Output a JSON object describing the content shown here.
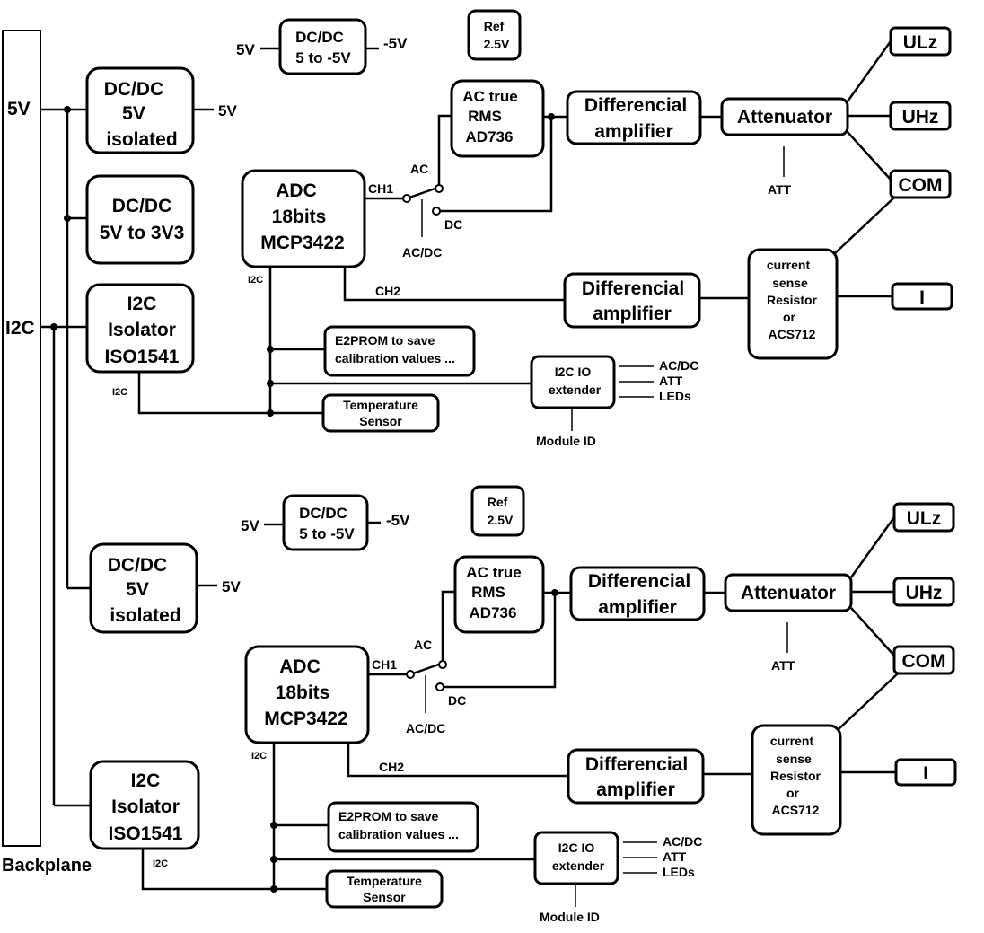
{
  "rail": {
    "v5": "5V",
    "i2c": "I2C",
    "backplane": "Backplane"
  },
  "top": {
    "dcdc_iso": [
      "DC/DC",
      "5V",
      "isolated"
    ],
    "dcdc_iso_out": "5V",
    "dcdc_3v3": [
      "DC/DC",
      "5V to 3V3"
    ],
    "isolator": [
      "I2C",
      "Isolator",
      "ISO1541"
    ],
    "isolator_i2c": "I2C",
    "neg_in": "5V",
    "neg_box": [
      "DC/DC",
      "5 to -5V"
    ],
    "neg_out": "-5V",
    "ref": [
      "Ref",
      "2.5V"
    ],
    "adc": [
      "ADC",
      "18bits",
      "MCP3422"
    ],
    "adc_i2c": "I2C",
    "ch1": "CH1",
    "ch2": "CH2",
    "sw_ac": "AC",
    "sw_dc": "DC",
    "sw_acdc": "AC/DC",
    "rms": [
      "AC true",
      "RMS",
      "AD736"
    ],
    "diff1": [
      "Differencial",
      "amplifier"
    ],
    "diff2": [
      "Differencial",
      "amplifier"
    ],
    "atten": "Attenuator",
    "att": "ATT",
    "ulz": "ULz",
    "uhz": "UHz",
    "com": "COM",
    "i": "I",
    "sense": [
      "current",
      "sense",
      "Resistor",
      "or",
      "ACS712"
    ],
    "e2prom": [
      "E2PROM to save",
      "calibration values ..."
    ],
    "temp": [
      "Temperature",
      "Sensor"
    ],
    "io": [
      "I2C IO",
      "extender"
    ],
    "io_out": [
      "AC/DC",
      "ATT",
      "LEDs"
    ],
    "module_id": "Module ID"
  },
  "bottom": {
    "dcdc_iso": [
      "DC/DC",
      "5V",
      "isolated"
    ],
    "dcdc_iso_out": "5V",
    "isolator": [
      "I2C",
      "Isolator",
      "ISO1541"
    ],
    "isolator_i2c": "I2C",
    "neg_in": "5V",
    "neg_box": [
      "DC/DC",
      "5 to -5V"
    ],
    "neg_out": "-5V",
    "ref": [
      "Ref",
      "2.5V"
    ],
    "adc": [
      "ADC",
      "18bits",
      "MCP3422"
    ],
    "adc_i2c": "I2C",
    "ch1": "CH1",
    "ch2": "CH2",
    "sw_ac": "AC",
    "sw_dc": "DC",
    "sw_acdc": "AC/DC",
    "rms": [
      "AC true",
      "RMS",
      "AD736"
    ],
    "diff1": [
      "Differencial",
      "amplifier"
    ],
    "diff2": [
      "Differencial",
      "amplifier"
    ],
    "atten": "Attenuator",
    "att": "ATT",
    "ulz": "ULz",
    "uhz": "UHz",
    "com": "COM",
    "i": "I",
    "sense": [
      "current",
      "sense",
      "Resistor",
      "or",
      "ACS712"
    ],
    "e2prom": [
      "E2PROM to save",
      "calibration values ..."
    ],
    "temp": [
      "Temperature",
      "Sensor"
    ],
    "io": [
      "I2C IO",
      "extender"
    ],
    "io_out": [
      "AC/DC",
      "ATT",
      "LEDs"
    ],
    "module_id": "Module ID"
  }
}
